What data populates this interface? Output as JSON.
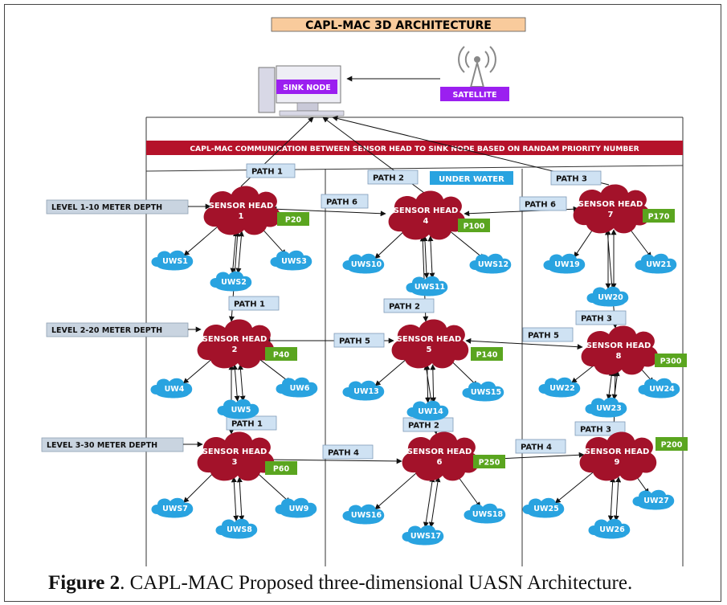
{
  "title": "CAPL-MAC 3D ARCHITECTURE",
  "sink_node": "SINK NODE",
  "satellite": "SATELLITE",
  "banner": "CAPL-MAC COMMUNICATION BETWEEN SENSOR HEAD TO SINK NODE BASED ON RANDAM PRIORITY NUMBER",
  "under_water": "UNDER WATER",
  "levels": [
    "LEVEL 1-10 METER DEPTH",
    "LEVEL 2-20 METER DEPTH",
    "LEVEL 3-30 METER DEPTH"
  ],
  "heads": [
    {
      "title": "SENSOR HEAD",
      "num": "1",
      "priority": "P20"
    },
    {
      "title": "SENSOR HEAD",
      "num": "2",
      "priority": "P40"
    },
    {
      "title": "SENSOR HEAD",
      "num": "3",
      "priority": "P60"
    },
    {
      "title": "SENSOR HEAD",
      "num": "4",
      "priority": "P100"
    },
    {
      "title": "SENSOR HEAD",
      "num": "5",
      "priority": "P140"
    },
    {
      "title": "SENSOR HEAD",
      "num": "6",
      "priority": "P250"
    },
    {
      "title": "SENSOR HEAD",
      "num": "7",
      "priority": "P170"
    },
    {
      "title": "SENSOR HEAD",
      "num": "8",
      "priority": "P300"
    },
    {
      "title": "SENSOR HEAD",
      "num": "9",
      "priority": "P200"
    }
  ],
  "sensors": [
    "UWS1",
    "UWS2",
    "UWS3",
    "UW4",
    "UW5",
    "UW6",
    "UWS7",
    "UWS8",
    "UW9",
    "UWS10",
    "UWS11",
    "UWS12",
    "UW13",
    "UW14",
    "UWS15",
    "UWS16",
    "UWS17",
    "UWS18",
    "UW19",
    "UW20",
    "UW21",
    "UW22",
    "UW23",
    "UW24",
    "UW25",
    "UW26",
    "UW27"
  ],
  "paths": {
    "p1_top": "PATH 1",
    "p2_top": "PATH 2",
    "p3_top": "PATH 3",
    "p6_a": "PATH 6",
    "p6_b": "PATH 6",
    "p1_mid": "PATH 1",
    "p2_mid": "PATH 2",
    "p3_mid": "PATH 3",
    "p5_a": "PATH 5",
    "p5_b": "PATH 5",
    "p1_low": "PATH 1",
    "p2_low": "PATH 2",
    "p3_low": "PATH 3",
    "p4_a": "PATH 4",
    "p4_b": "PATH 4"
  },
  "caption": {
    "label": "Figure 2",
    "text": ". CAPL-MAC Proposed three-dimensional UASN Architecture."
  },
  "colors": {
    "head": "#a3122a",
    "sensor": "#29a3e0",
    "priority": "#5aa51f",
    "banner": "#b5122a",
    "path_box": "#cfe2f3",
    "sink_label": "#9b1ff0",
    "title_bg": "#f9cb9c"
  },
  "icons": [
    "computer-icon",
    "antenna-tower-icon",
    "cloud-icon"
  ]
}
